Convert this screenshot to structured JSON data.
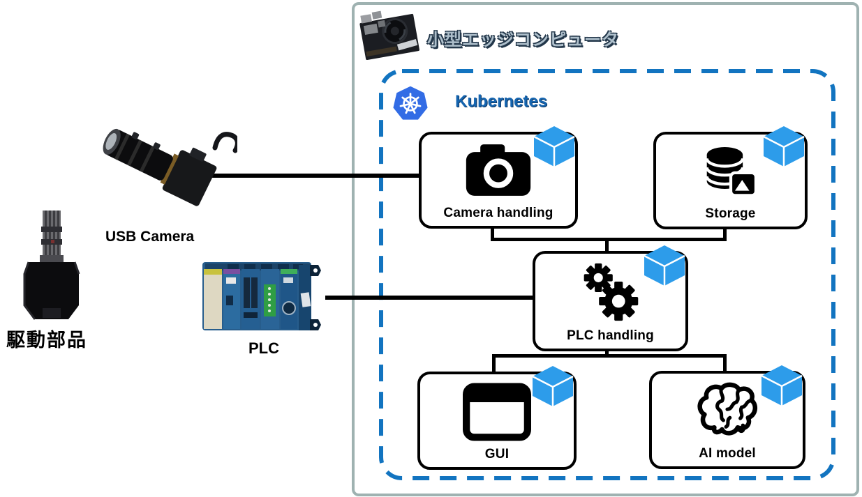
{
  "edge_computer": {
    "label": "小型エッジコンピュータ",
    "image": "edge-computer-board-photo"
  },
  "kubernetes": {
    "label": "Kubernetes",
    "logo": "kubernetes-logo"
  },
  "nodes": [
    {
      "id": "camera-handling",
      "label": "Camera handling",
      "icon": "camera-icon",
      "badge": "container-cube-icon"
    },
    {
      "id": "storage",
      "label": "Storage",
      "icon": "database-image-icon",
      "badge": "container-cube-icon"
    },
    {
      "id": "plc-handling",
      "label": "PLC handling",
      "icon": "gears-icon",
      "badge": "container-cube-icon"
    },
    {
      "id": "gui",
      "label": "GUI",
      "icon": "window-icon",
      "badge": "container-cube-icon"
    },
    {
      "id": "ai-model",
      "label": "AI model",
      "icon": "brain-icon",
      "badge": "container-cube-icon"
    }
  ],
  "external_devices": [
    {
      "id": "usb-camera",
      "label": "USB Camera",
      "image": "usb-camera-photo"
    },
    {
      "id": "drive-part",
      "label": "駆動部品",
      "image": "drive-part-photo"
    },
    {
      "id": "plc-device",
      "label": "PLC",
      "image": "plc-photo"
    }
  ],
  "connections": [
    {
      "from": "usb-camera",
      "to": "camera-handling"
    },
    {
      "from": "plc-device",
      "to": "plc-handling"
    },
    {
      "from": "camera-handling",
      "to": "plc-handling"
    },
    {
      "from": "storage",
      "to": "plc-handling"
    },
    {
      "from": "plc-handling",
      "to": "gui"
    },
    {
      "from": "plc-handling",
      "to": "ai-model"
    }
  ],
  "colors": {
    "container_cube_blue": "#2D9CEA",
    "kubernetes_logo_blue": "#326CE5",
    "kubernetes_text_blue": "#1565B0",
    "dashed_border_blue": "#1274C0",
    "outer_border_gray": "#9FB2B1",
    "connector_black": "#000000"
  }
}
